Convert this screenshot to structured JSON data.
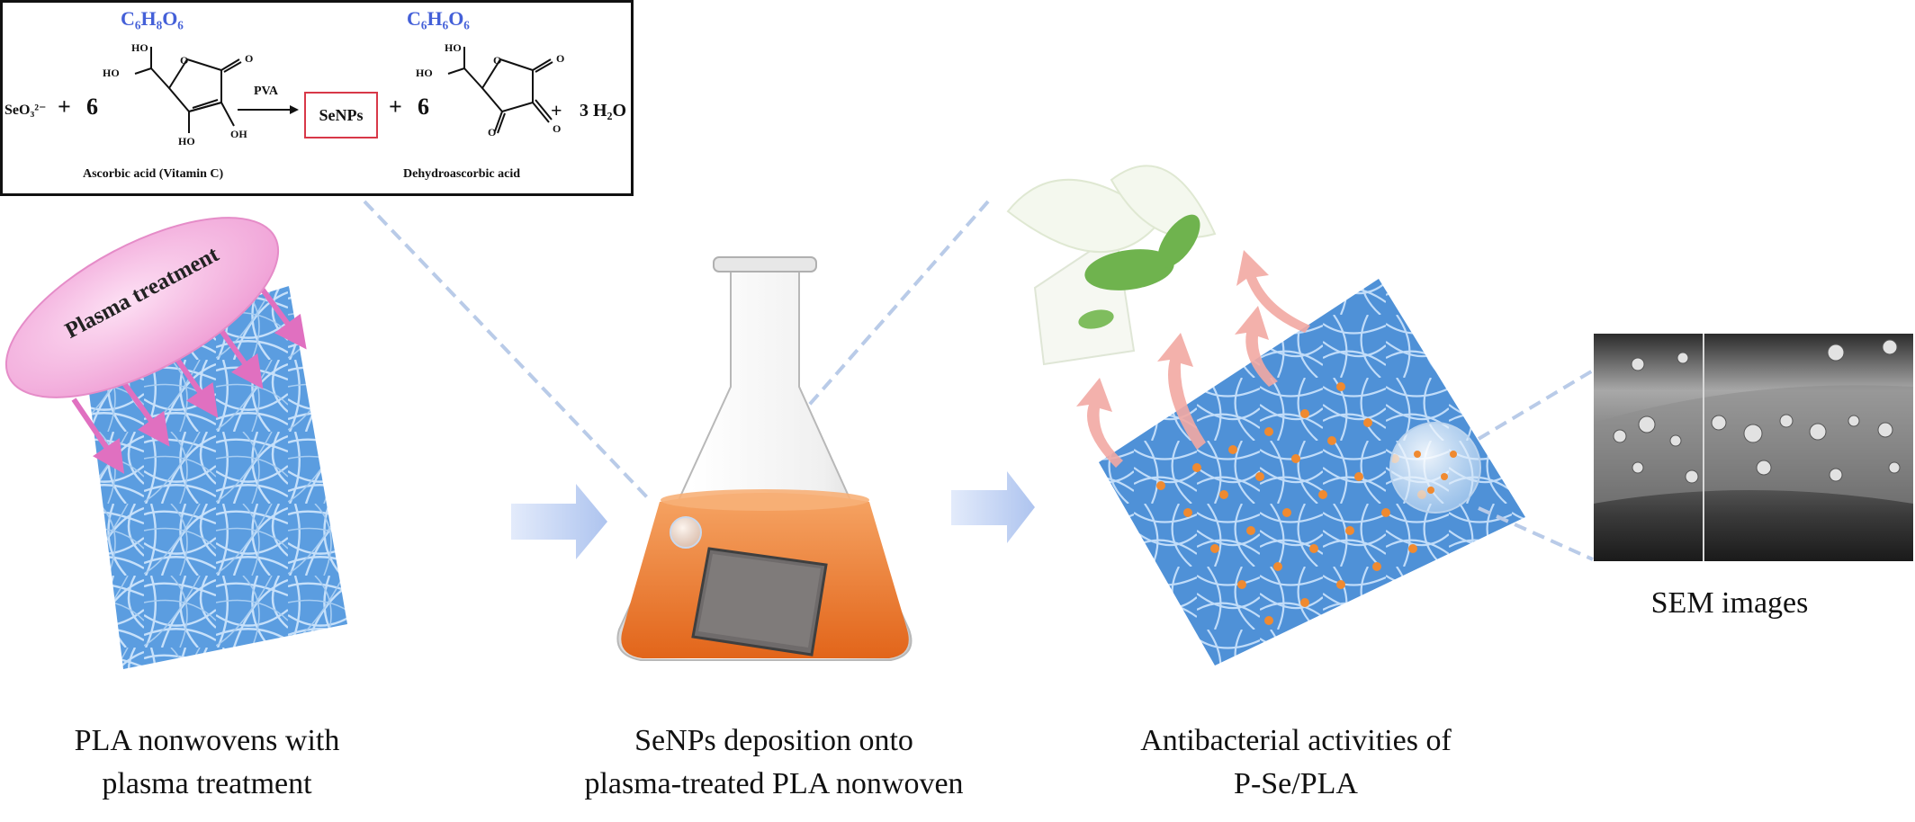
{
  "reaction": {
    "reactant_ion": "SeO₃²⁻",
    "plus": "+",
    "coef_ascorbic": "6",
    "formula_ascorbic": "C₆H₈O₆",
    "formula_dehydro": "C₆H₆O₆",
    "arrow_label": "PVA",
    "product_senps": "SeNPs",
    "coef_dehydro": "6",
    "water": "3 H₂O",
    "ascorbic_name": "Ascorbic acid (Vitamin C)",
    "dehydro_name": "Dehydroascorbic acid",
    "atoms": {
      "ho": "HO",
      "oh": "OH",
      "o": "O"
    }
  },
  "stages": {
    "plasma_label": "Plasma treatment",
    "caption1": [
      "PLA nonwovens with",
      "plasma treatment"
    ],
    "caption2": [
      "SeNPs deposition onto",
      "plasma-treated PLA nonwoven"
    ],
    "caption3": [
      "Antibacterial activities of",
      "P-Se/PLA"
    ],
    "sem_label": "SEM images"
  },
  "colors": {
    "fiber_blue": "#5b9de0",
    "plasma_pink": "#f0a8d8",
    "arrow_pink": "#e070c0",
    "flow_arrow": "#c9d7f5",
    "solution_orange": "#ef7c2a",
    "nanoparticle_orange": "#f08a30",
    "bacteria_green": "#6fb34e",
    "formula_blue": "#4460d8",
    "senps_box_red": "#d83848"
  }
}
